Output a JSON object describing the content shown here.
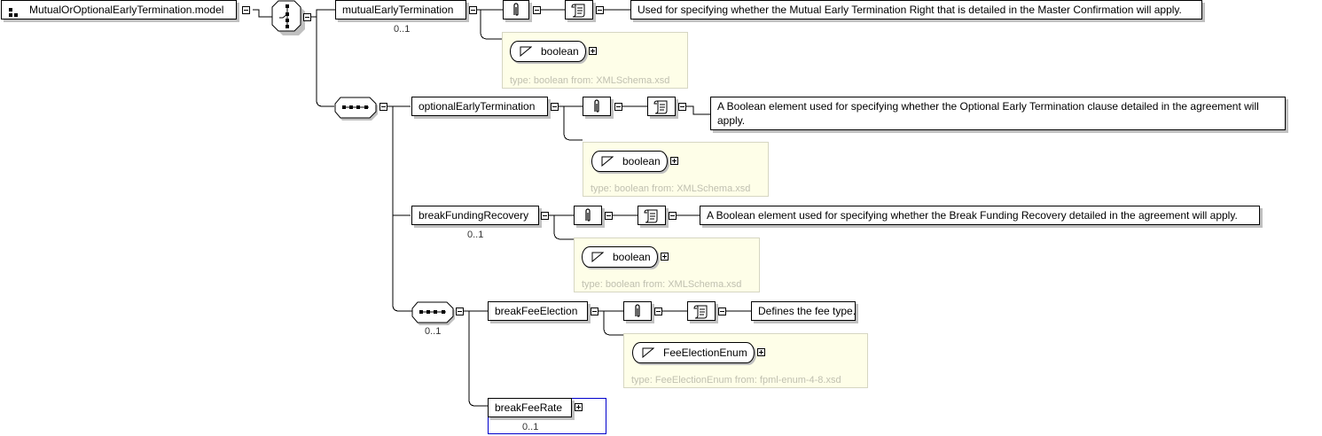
{
  "root": {
    "label": "MutualOrOptionalEarlyTermination.model",
    "icon": "model-group-icon"
  },
  "choice": {
    "icon": "choice-compositor-icon"
  },
  "sequence_outer": {
    "icon": "sequence-compositor-icon"
  },
  "sequence_inner": {
    "icon": "sequence-compositor-icon",
    "multiplicity": "0..1"
  },
  "elements": {
    "mutualEarlyTermination": {
      "label": "mutualEarlyTermination",
      "multiplicity": "0..1",
      "documentation": "Used for specifying whether the Mutual Early Termination Right that is detailed in the Master Confirmation will apply.",
      "type_label": "boolean",
      "type_from": "type: boolean from: XMLSchema.xsd"
    },
    "optionalEarlyTermination": {
      "label": "optionalEarlyTermination",
      "documentation": "A Boolean element used for specifying whether the Optional Early Termination clause detailed in the agreement will apply.",
      "type_label": "boolean",
      "type_from": "type: boolean from: XMLSchema.xsd"
    },
    "breakFundingRecovery": {
      "label": "breakFundingRecovery",
      "multiplicity": "0..1",
      "documentation": "A Boolean element used for specifying whether the Break Funding Recovery detailed in the agreement will apply.",
      "type_label": "boolean",
      "type_from": "type: boolean from: XMLSchema.xsd"
    },
    "breakFeeElection": {
      "label": "breakFeeElection",
      "documentation": "Defines the fee type.",
      "type_label": "FeeElectionEnum",
      "type_from": "type: FeeElectionEnum from: fpml-enum-4-8.xsd"
    },
    "breakFeeRate": {
      "label": "breakFeeRate",
      "multiplicity": "0..1"
    }
  },
  "colors": {
    "selected_border": "#0000cc",
    "type_bg": "#fefee8",
    "shadow": "#c0c0c0"
  }
}
